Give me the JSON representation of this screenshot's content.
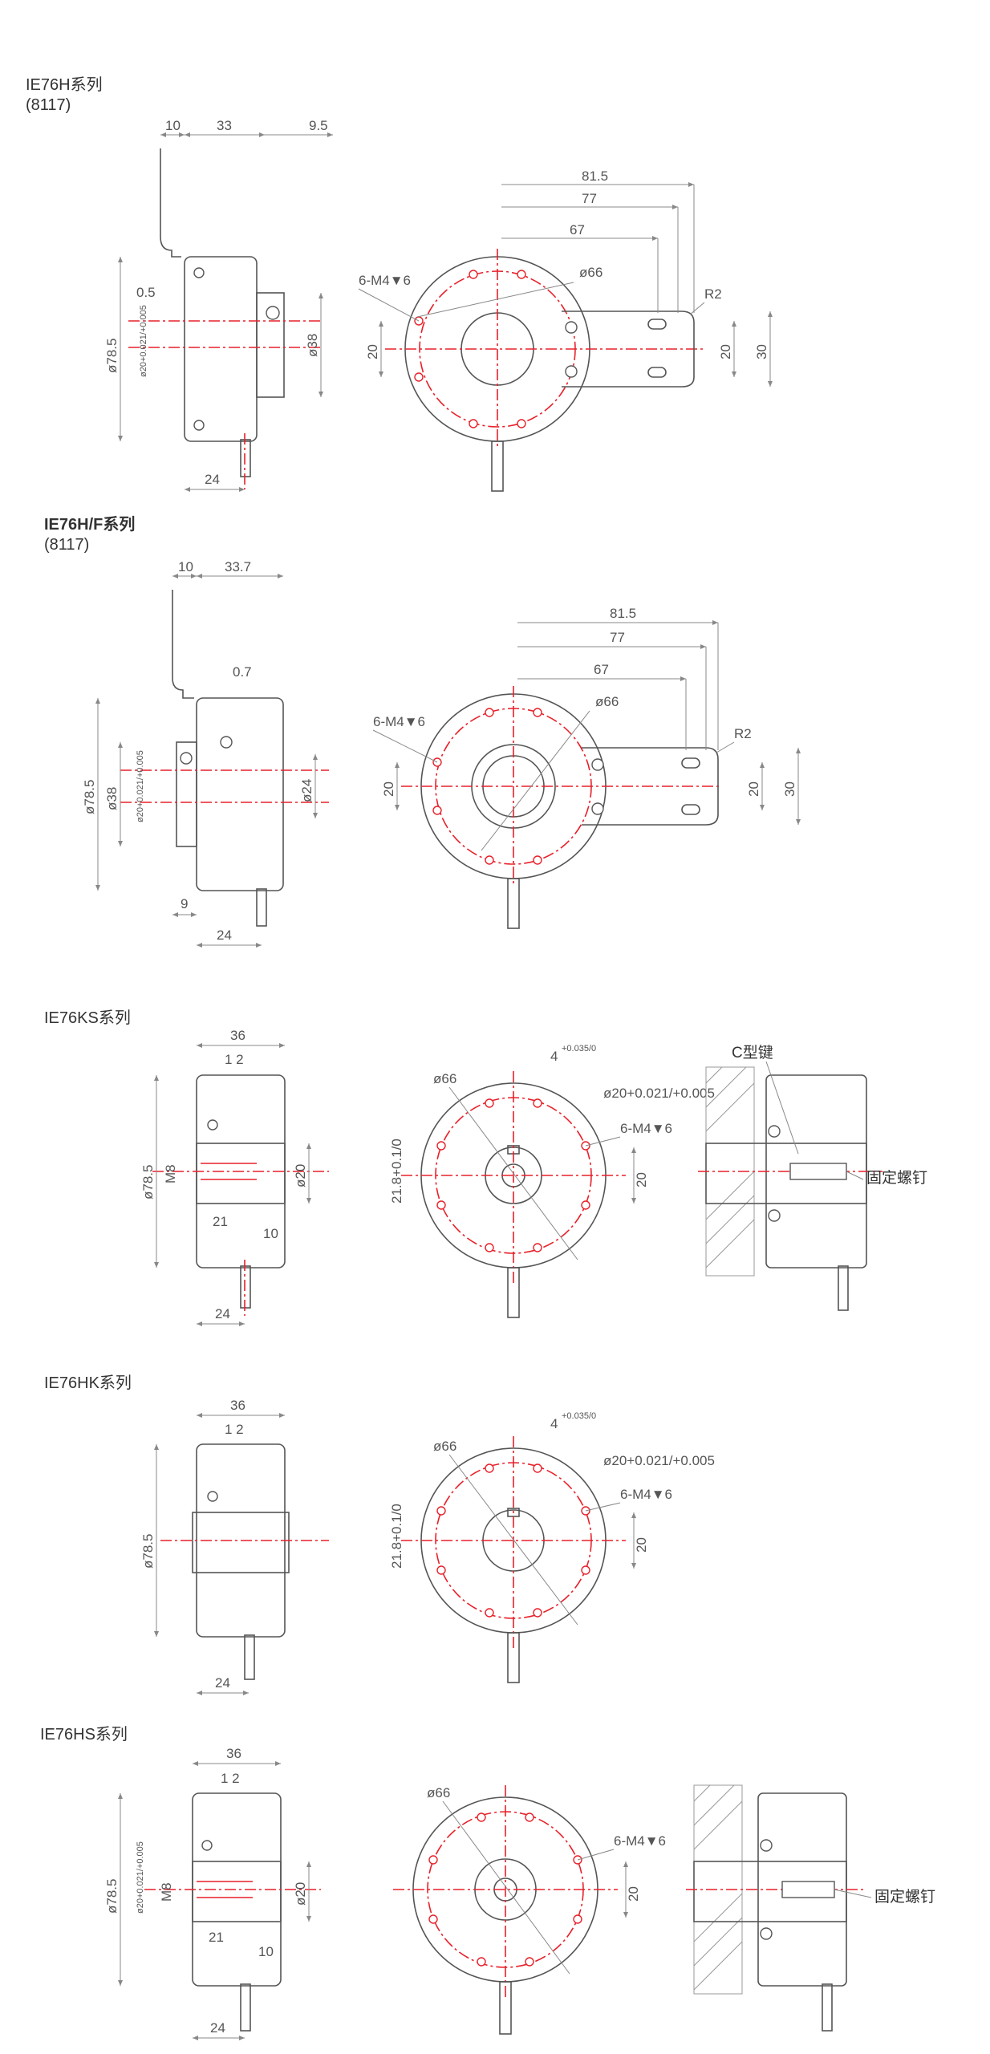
{
  "colors": {
    "center_line": "#e8202a",
    "outline": "#555555",
    "dim_line": "#888888",
    "text": "#333333"
  },
  "sections": [
    {
      "title": "IE76H系列",
      "subtitle": "(8117)",
      "side": {
        "top_dims": [
          "10",
          "33",
          "9.5"
        ],
        "left_dims": [
          "ø78.5",
          "ø20+0.021/+0.005"
        ],
        "inner_dim": "0.5",
        "right_dim": "ø38",
        "bottom_dim": "24"
      },
      "front": {
        "top_dims": [
          "81.5",
          "77",
          "67"
        ],
        "pcd": "ø66",
        "holes": "6-M4▼6",
        "left_dim": "20",
        "bracket_dims": [
          "20",
          "30"
        ],
        "radius": "R2"
      }
    },
    {
      "title": "IE76H/F系列",
      "subtitle": "(8117)",
      "side": {
        "top_dims": [
          "10",
          "33.7"
        ],
        "left_dims": [
          "ø78.5",
          "ø38",
          "ø20+0.021/+0.005"
        ],
        "inner_dim": "0.7",
        "right_dim": "ø24",
        "bottom_dims": [
          "9",
          "24"
        ]
      },
      "front": {
        "top_dims": [
          "81.5",
          "77",
          "67"
        ],
        "pcd": "ø66",
        "holes": "6-M4▼6",
        "left_dim": "20",
        "bracket_dims": [
          "20",
          "30"
        ],
        "radius": "R2"
      }
    },
    {
      "title": "IE76KS系列",
      "side": {
        "top_dim": "36",
        "top_sub": "1 2",
        "left_dims": [
          "ø78.5",
          "M8"
        ],
        "right_dim": "ø20",
        "inner_dims": [
          "21",
          "10"
        ],
        "bottom_dim": "24"
      },
      "front": {
        "key": "4",
        "key_tol": "+0.035/0",
        "pcd": "ø66",
        "bore": "ø20+0.021/+0.005",
        "holes": "6-M4▼6",
        "left_dim": "21.8+0.1/0",
        "right_dim": "20"
      },
      "detail": {
        "key_label": "C型键",
        "screw_label": "固定螺钉"
      }
    },
    {
      "title": "IE76HK系列",
      "side": {
        "top_dim": "36",
        "top_sub": "1 2",
        "left_dim": "ø78.5",
        "bottom_dim": "24"
      },
      "front": {
        "key": "4",
        "key_tol": "+0.035/0",
        "pcd": "ø66",
        "bore": "ø20+0.021/+0.005",
        "holes": "6-M4▼6",
        "left_dim": "21.8+0.1/0",
        "right_dim": "20"
      }
    },
    {
      "title": "IE76HS系列",
      "side": {
        "top_dim": "36",
        "top_sub": "1 2",
        "left_dims": [
          "ø78.5",
          "ø20+0.021/+0.005",
          "M8"
        ],
        "right_dim": "ø20",
        "inner_dims": [
          "21",
          "10"
        ],
        "bottom_dim": "24"
      },
      "front": {
        "pcd": "ø66",
        "holes": "6-M4▼6",
        "right_dim": "20"
      },
      "detail": {
        "screw_label": "固定螺钉"
      }
    }
  ]
}
